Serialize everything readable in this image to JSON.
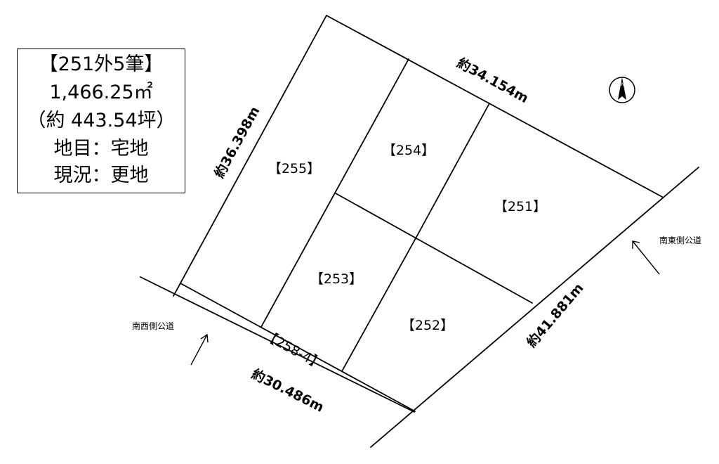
{
  "info": {
    "lines": [
      "【251外5筆】",
      "1,466.25㎡",
      "（約 443.54坪）",
      "地目：宅地",
      "現況：更地"
    ]
  },
  "lots": [
    {
      "id": "255",
      "label": "【255】"
    },
    {
      "id": "254",
      "label": "【254】"
    },
    {
      "id": "251",
      "label": "【251】"
    },
    {
      "id": "253",
      "label": "【253】"
    },
    {
      "id": "252",
      "label": "【252】"
    },
    {
      "id": "258-4",
      "label": "【258-4】"
    }
  ],
  "dimensions": {
    "northwest": "約36.398m",
    "northeast": "約34.154m",
    "southeast": "約41.881m",
    "southwest": "約30.486m"
  },
  "roads": {
    "southwest": "南西側公道",
    "southeast": "南東側公道"
  },
  "north_arrow": {
    "letter": "N",
    "icon": "north-arrow-icon"
  }
}
